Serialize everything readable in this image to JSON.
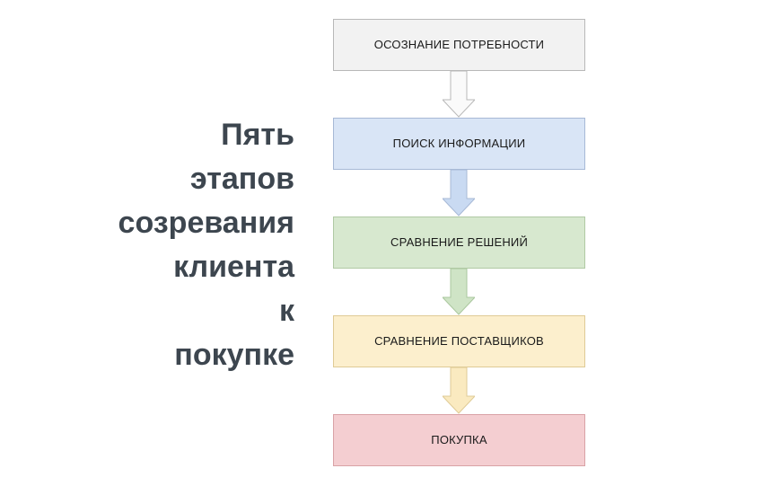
{
  "title": {
    "text": "Пять\nэтапов\nсозревания\nклиента\nк\nпокупке",
    "color": "#3d464f",
    "align": "right"
  },
  "diagram": {
    "type": "vertical-flowchart",
    "orientation": "top-to-bottom",
    "background": "#ffffff",
    "steps": [
      {
        "index": 1,
        "label": "ОСОЗНАНИЕ ПОТРЕБНОСТИ",
        "fill": "#f2f2f2",
        "border": "#b8b8b8"
      },
      {
        "index": 2,
        "label": "ПОИСК ИНФОРМАЦИИ",
        "fill": "#d9e5f6",
        "border": "#a7b9d6"
      },
      {
        "index": 3,
        "label": "СРАВНЕНИЕ РЕШЕНИЙ",
        "fill": "#d7e8cf",
        "border": "#b0c9a4"
      },
      {
        "index": 4,
        "label": "СРАВНЕНИЕ ПОСТАВЩИКОВ",
        "fill": "#fcefcd",
        "border": "#dfcb96"
      },
      {
        "index": 5,
        "label": "ПОКУПКА",
        "fill": "#f4ced1",
        "border": "#d9a2a6"
      }
    ],
    "connectors": [
      {
        "from": 1,
        "to": 2,
        "icon": "down-block-arrow-icon",
        "fill": "#fafafa",
        "stroke": "#b8b8b8"
      },
      {
        "from": 2,
        "to": 3,
        "icon": "down-block-arrow-icon",
        "fill": "#c9daf2",
        "stroke": "#a7b9d6"
      },
      {
        "from": 3,
        "to": 4,
        "icon": "down-block-arrow-icon",
        "fill": "#cfe4c6",
        "stroke": "#aac79e"
      },
      {
        "from": 4,
        "to": 5,
        "icon": "down-block-arrow-icon",
        "fill": "#faeac0",
        "stroke": "#dfcb96"
      }
    ]
  }
}
